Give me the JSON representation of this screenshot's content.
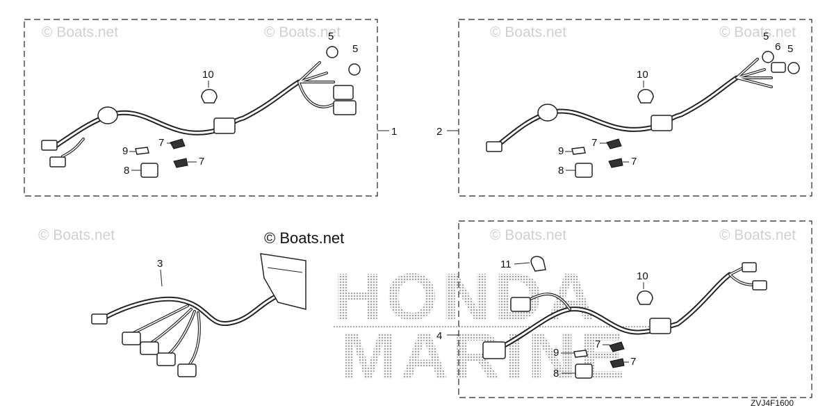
{
  "watermark": "© Boats.net",
  "copyright": "© Boats.net",
  "brand": {
    "line1": "HONDA",
    "line2": "MARINE"
  },
  "diagram_code": "ZVJ4F1600",
  "callouts": {
    "box1": {
      "assembly": "1",
      "grommet_a": "5",
      "grommet_b": "5",
      "clamp": "10",
      "tie_a": "7",
      "tie_b": "7",
      "tag": "9",
      "cap": "8"
    },
    "box2": {
      "assembly": "2",
      "grommet_a": "5",
      "spacer": "6",
      "grommet_b": "5",
      "clamp": "10",
      "tie_a": "7",
      "tie_b": "7",
      "tag": "9",
      "cap": "8"
    },
    "harness3": {
      "assembly": "3"
    },
    "box4": {
      "assembly": "4",
      "clip": "11",
      "clamp": "10",
      "tie_a": "7",
      "tie_b": "7",
      "tag": "9",
      "cap": "8"
    }
  }
}
